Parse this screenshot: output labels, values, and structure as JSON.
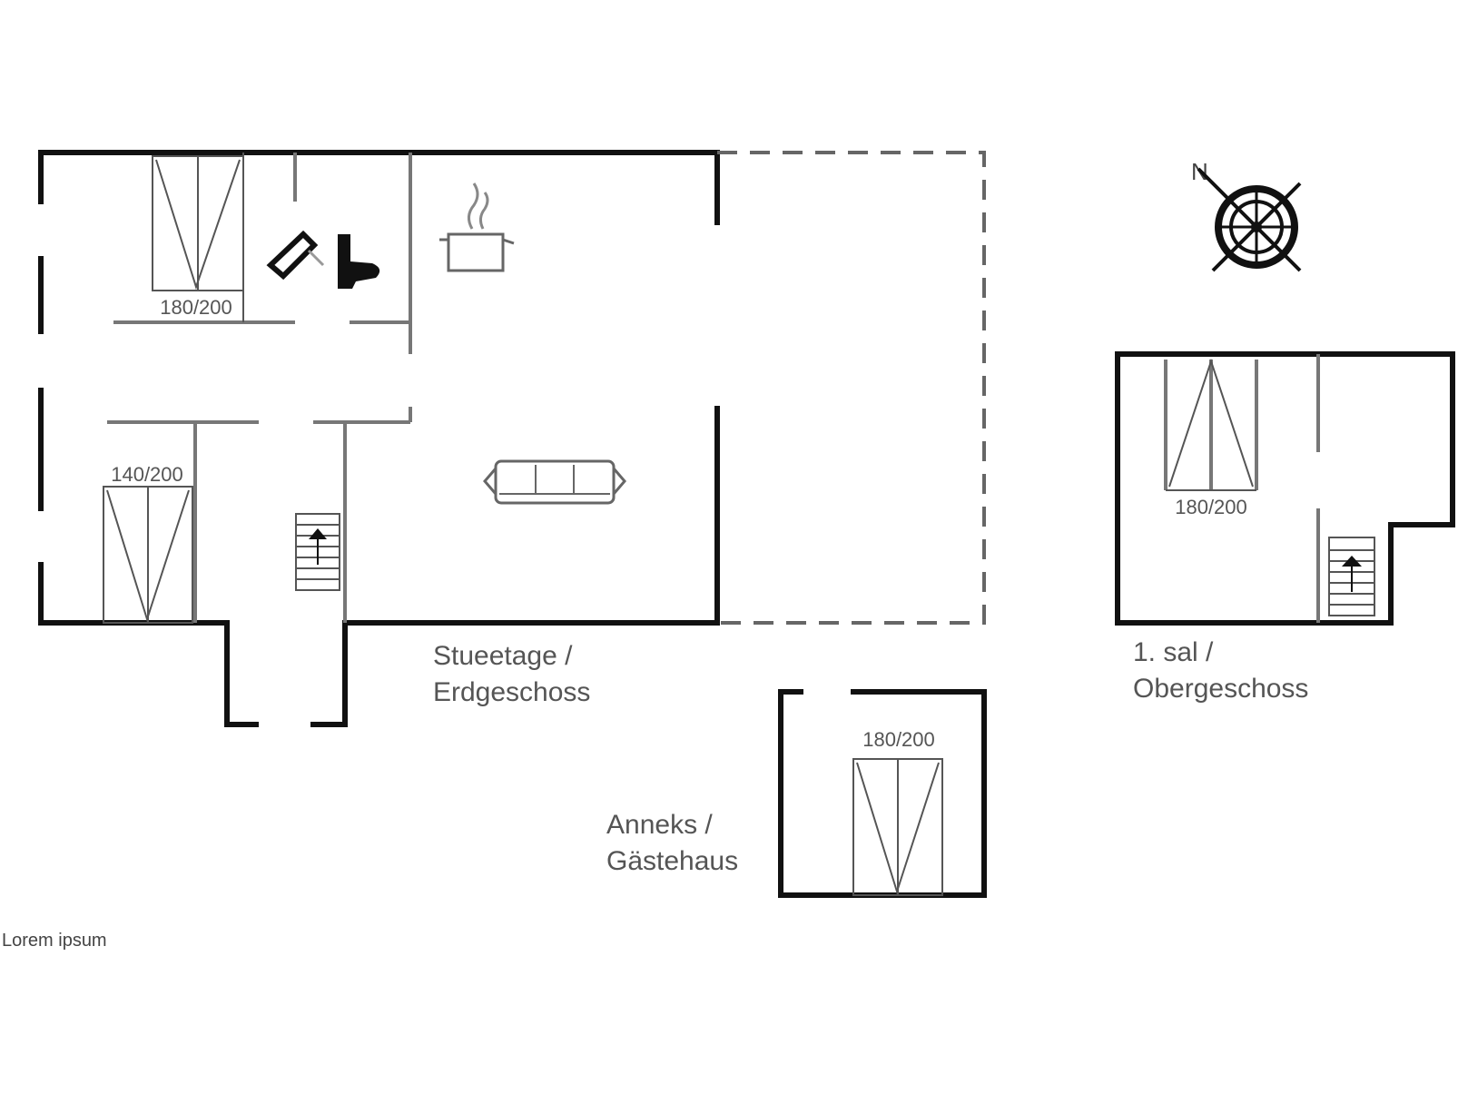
{
  "labels": {
    "ground_floor_line1": "Stueetage /",
    "ground_floor_line2": "Erdgeschoss",
    "upper_floor_line1": "1. sal /",
    "upper_floor_line2": "Obergeschoss",
    "annex_line1": "Anneks /",
    "annex_line2": "Gästehaus",
    "compass_north": "N",
    "footer": "Lorem ipsum"
  },
  "beds": {
    "ground_top": "180/200",
    "ground_left": "140/200",
    "upper": "180/200",
    "annex": "180/200"
  },
  "colors": {
    "wall": "#111111",
    "text": "#555555",
    "background": "#ffffff"
  }
}
